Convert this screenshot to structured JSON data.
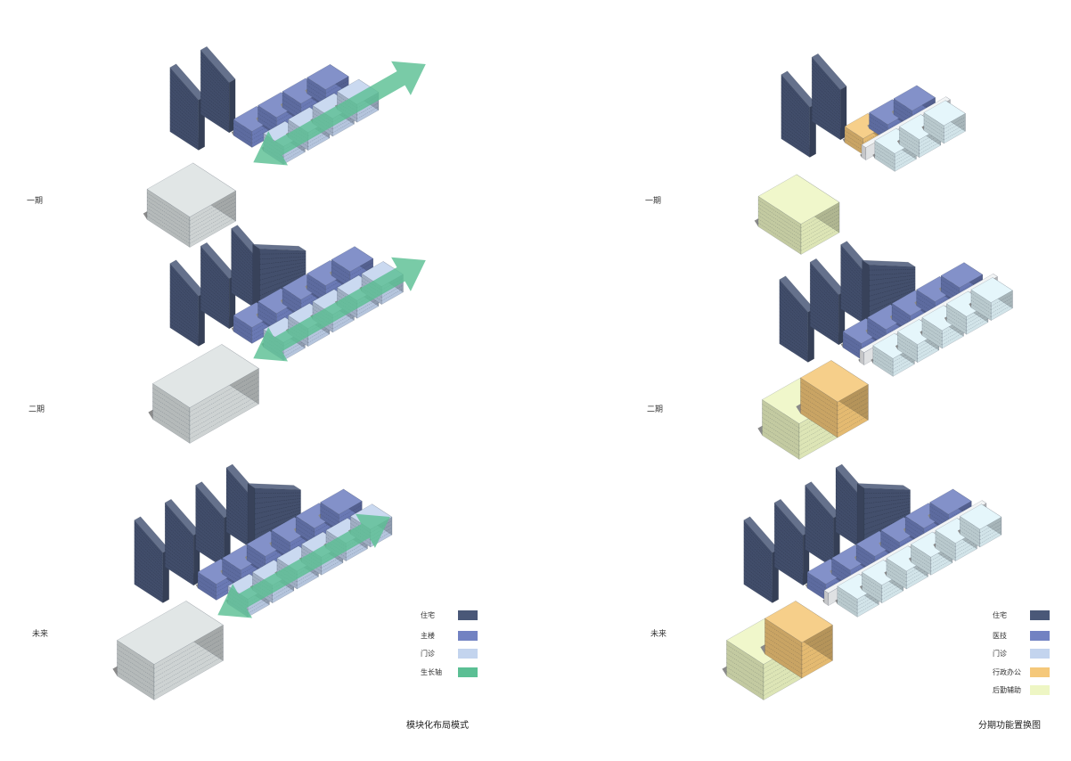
{
  "left_panel": {
    "phase_labels": [
      "一期",
      "二期",
      "未来"
    ],
    "legend": [
      {
        "label": "住宅",
        "color": "#4a5878"
      },
      {
        "label": "主楼",
        "color": "#7282c2"
      },
      {
        "label": "门诊",
        "color": "#c3d4ee"
      },
      {
        "label": "生长轴",
        "color": "#5bbf94"
      }
    ],
    "caption": "模块化布局模式"
  },
  "right_panel": {
    "phase_labels": [
      "一期",
      "二期",
      "未来"
    ],
    "legend": [
      {
        "label": "住宅",
        "color": "#4a5878"
      },
      {
        "label": "医技",
        "color": "#7282c2"
      },
      {
        "label": "门诊",
        "color": "#c3d4ee"
      },
      {
        "label": "行政办公",
        "color": "#f5c87a"
      },
      {
        "label": "后勤辅助",
        "color": "#eef6c4"
      }
    ],
    "caption": "分期功能置换图"
  },
  "colors": {
    "tower": "#4a5878",
    "tech": "#7282c2",
    "outpatient": "#c3d4ee",
    "outpatient_cyan": "#e2f5fa",
    "admin": "#f5c87a",
    "logistics": "#eef6c4",
    "grey_block": "#dde3e3",
    "shadow": "#8a8a8a",
    "axis": "#5bbf94"
  }
}
